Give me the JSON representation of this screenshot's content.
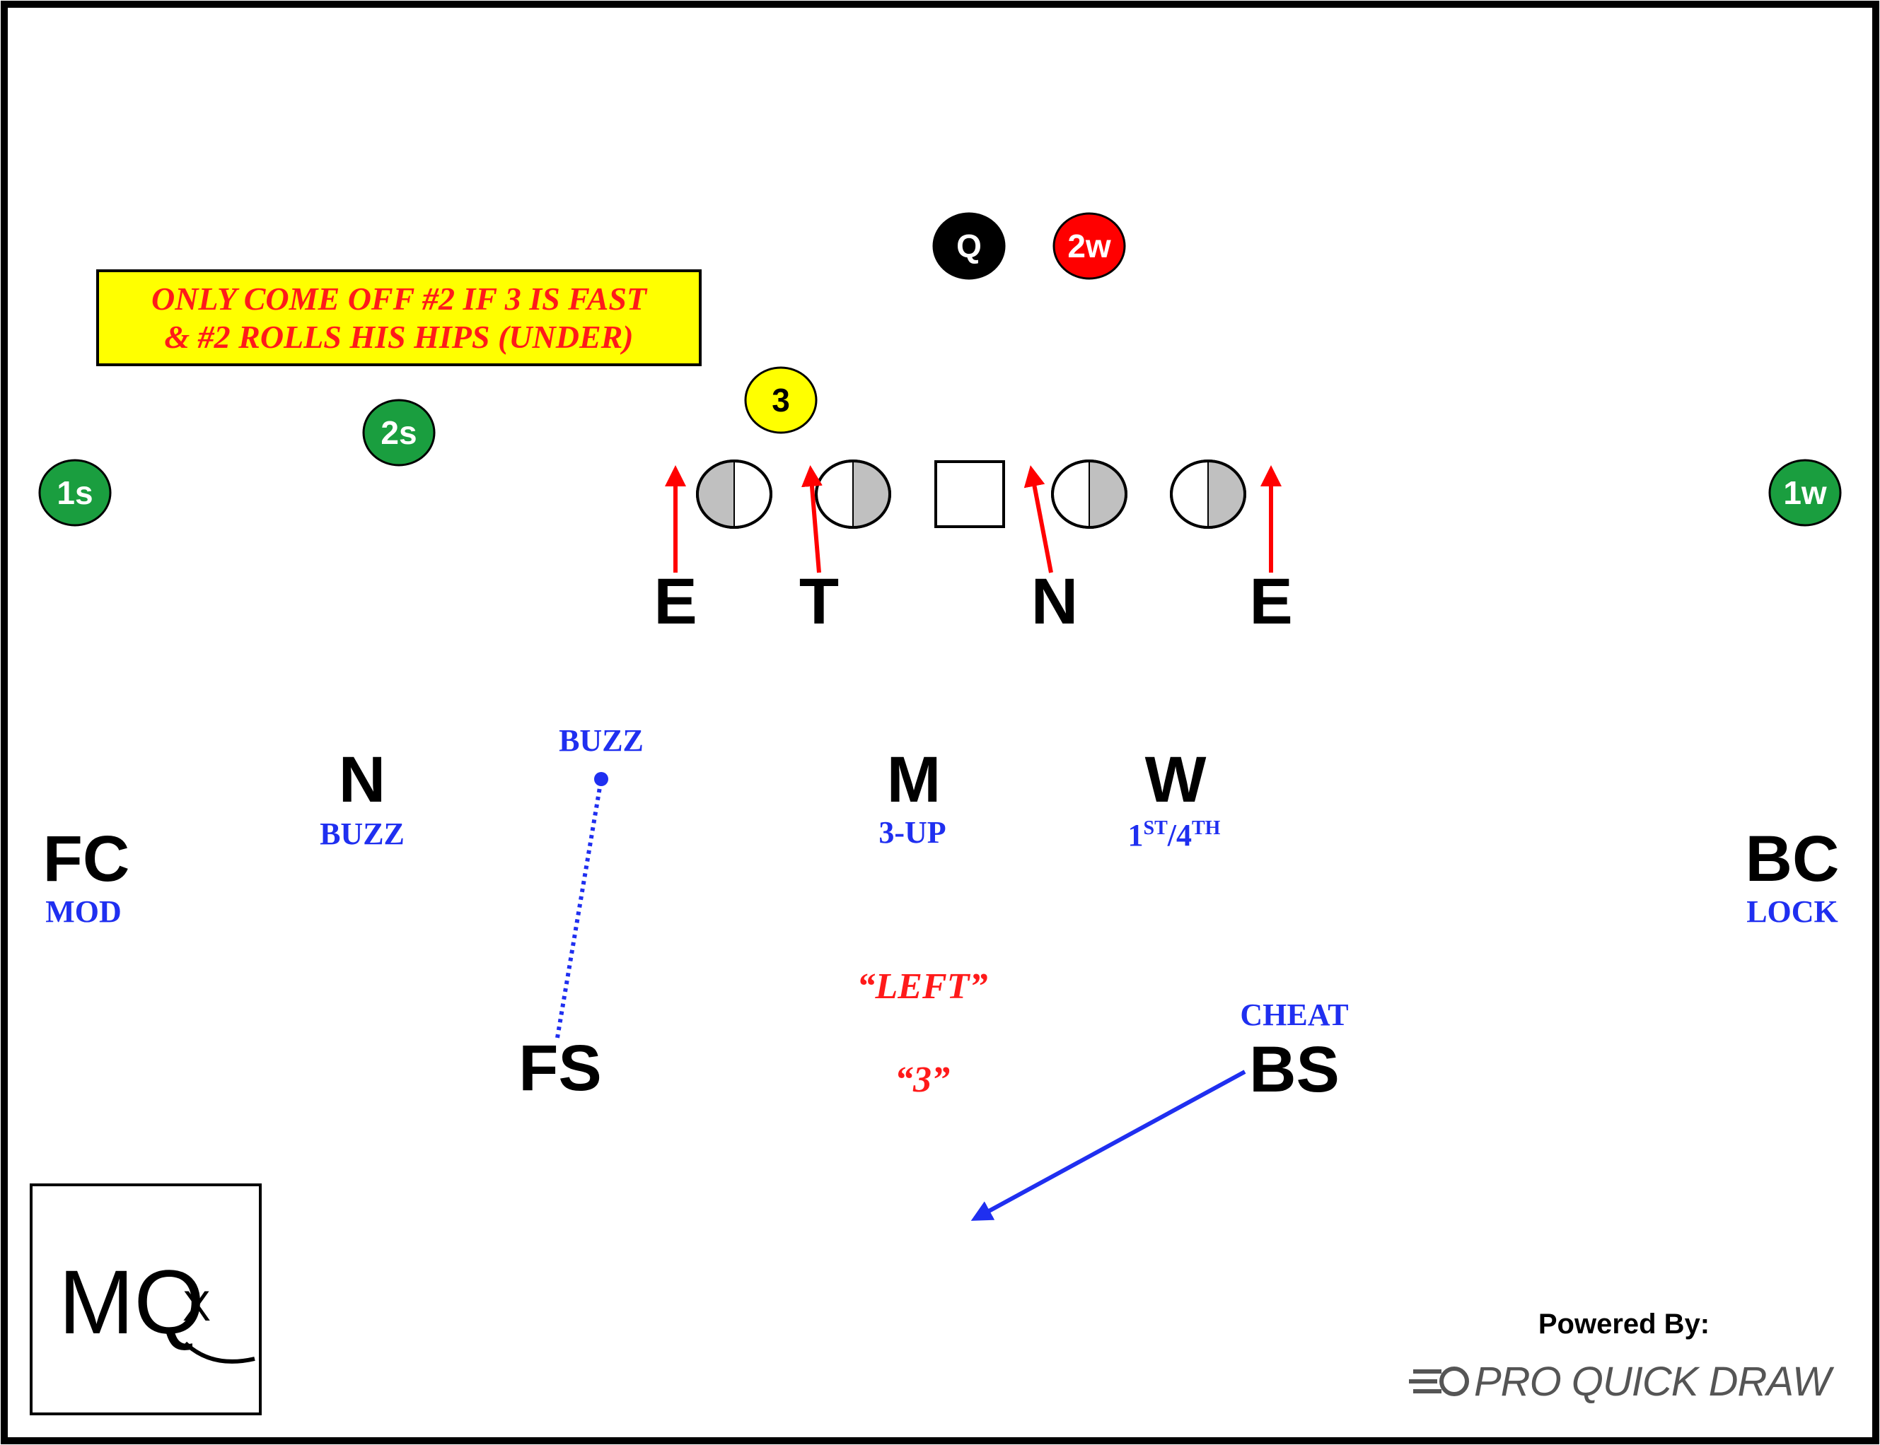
{
  "note": {
    "line1": "ONLY COME OFF #2 IF 3 IS FAST",
    "line2": "& #2 ROLLS HIS HIPS (UNDER)",
    "bg_color": "#ffff00",
    "text_color": "#ff1a1a"
  },
  "offense": {
    "qb": "Q",
    "back": "2w",
    "slot3": "3",
    "wr_1s": "1s",
    "wr_2s": "2s",
    "wr_1w": "1w"
  },
  "line_labels": {
    "e_left": "E",
    "t": "T",
    "n": "N",
    "e_right": "E"
  },
  "defense": {
    "n": {
      "label": "N",
      "assignment": "BUZZ"
    },
    "m": {
      "label": "M",
      "assignment": "3-UP"
    },
    "w": {
      "label": "W",
      "assignment_first": "1",
      "assignment_first_sup": "ST",
      "assignment_sep": "/4",
      "assignment_second_sup": "TH"
    },
    "fc": {
      "label": "FC",
      "assignment": "MOD"
    },
    "bc": {
      "label": "BC",
      "assignment": "LOCK"
    },
    "fs": {
      "label": "FS",
      "path_label": "BUZZ"
    },
    "bs": {
      "label": "BS",
      "assignment": "CHEAT"
    }
  },
  "calls": {
    "left": "“LEFT”",
    "three": "“3”"
  },
  "branding": {
    "logo_text_main": "MQ",
    "logo_text_x": "X",
    "powered_by": "Powered By:",
    "brand": "PRO QUICK DRAW"
  },
  "colors": {
    "offense_green": "#1a9e3f",
    "back_red": "#ff0000",
    "qb_black": "#000000",
    "slot_yellow": "#ffff00",
    "assignment_blue": "#1f2ff0",
    "arrow_red": "#ff0000",
    "lineman_gray": "#c0c0c0"
  }
}
